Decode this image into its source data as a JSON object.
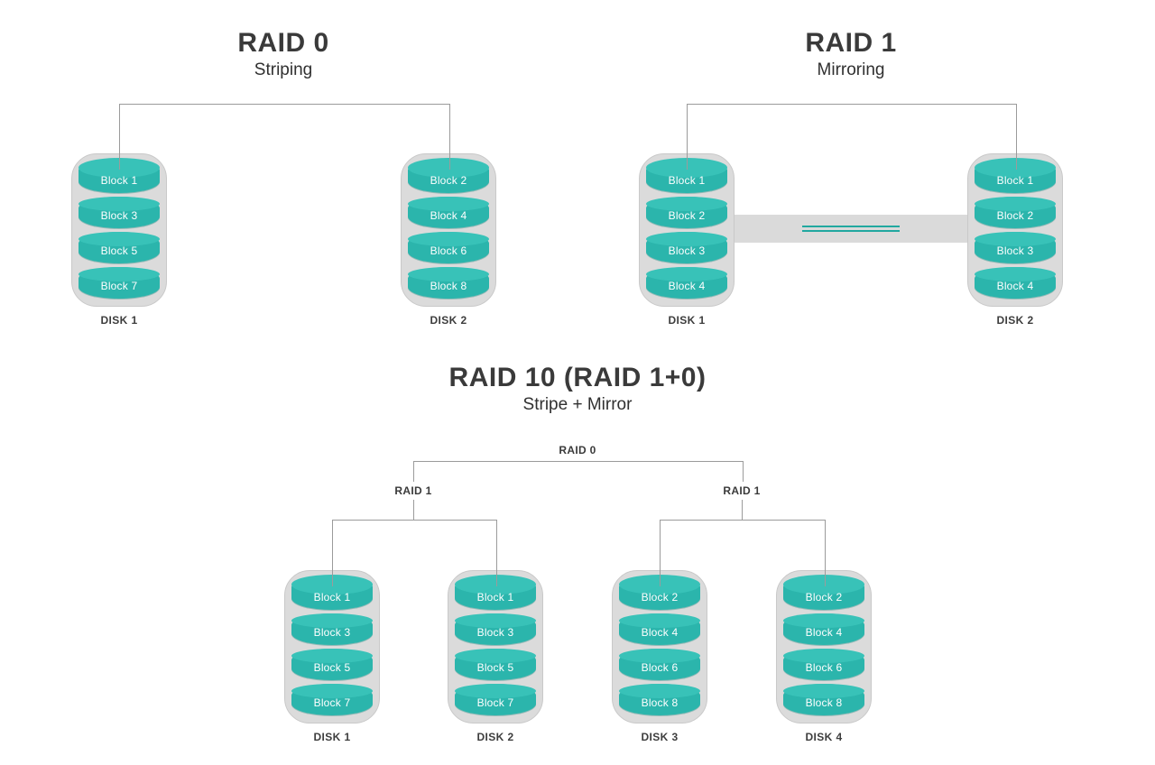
{
  "sections": [
    {
      "id": "raid0",
      "title": "RAID 0",
      "subtitle": "Striping",
      "disks": [
        {
          "label": "DISK 1",
          "blocks": [
            "Block 1",
            "Block 3",
            "Block 5",
            "Block 7"
          ]
        },
        {
          "label": "DISK 2",
          "blocks": [
            "Block 2",
            "Block 4",
            "Block 6",
            "Block 8"
          ]
        }
      ]
    },
    {
      "id": "raid1",
      "title": "RAID 1",
      "subtitle": "Mirroring",
      "disks": [
        {
          "label": "DISK 1",
          "blocks": [
            "Block 1",
            "Block 2",
            "Block 3",
            "Block 4"
          ]
        },
        {
          "label": "DISK 2",
          "blocks": [
            "Block 1",
            "Block 2",
            "Block 3",
            "Block 4"
          ]
        }
      ]
    },
    {
      "id": "raid10",
      "title": "RAID 10 (RAID 1+0)",
      "subtitle": "Stripe + Mirror",
      "tree": {
        "root": "RAID 0",
        "branches": [
          "RAID 1",
          "RAID 1"
        ]
      },
      "disks": [
        {
          "label": "DISK 1",
          "blocks": [
            "Block 1",
            "Block 3",
            "Block 5",
            "Block 7"
          ]
        },
        {
          "label": "DISK 2",
          "blocks": [
            "Block 1",
            "Block 3",
            "Block 5",
            "Block 7"
          ]
        },
        {
          "label": "DISK 3",
          "blocks": [
            "Block 2",
            "Block 4",
            "Block 6",
            "Block 8"
          ]
        },
        {
          "label": "DISK 4",
          "blocks": [
            "Block 2",
            "Block 4",
            "Block 6",
            "Block 8"
          ]
        }
      ]
    }
  ],
  "colors": {
    "background": "#ffffff",
    "cylinder_body": "#2bb5ac",
    "cylinder_top": "#38c2b8",
    "disk_casing": "#dbdbdb",
    "connector_line": "#9b9b9b",
    "mirror_band": "#dadada",
    "mirror_lines": "#21a8a0",
    "heading_text": "#3a3a3a",
    "block_text": "#ffffff"
  }
}
